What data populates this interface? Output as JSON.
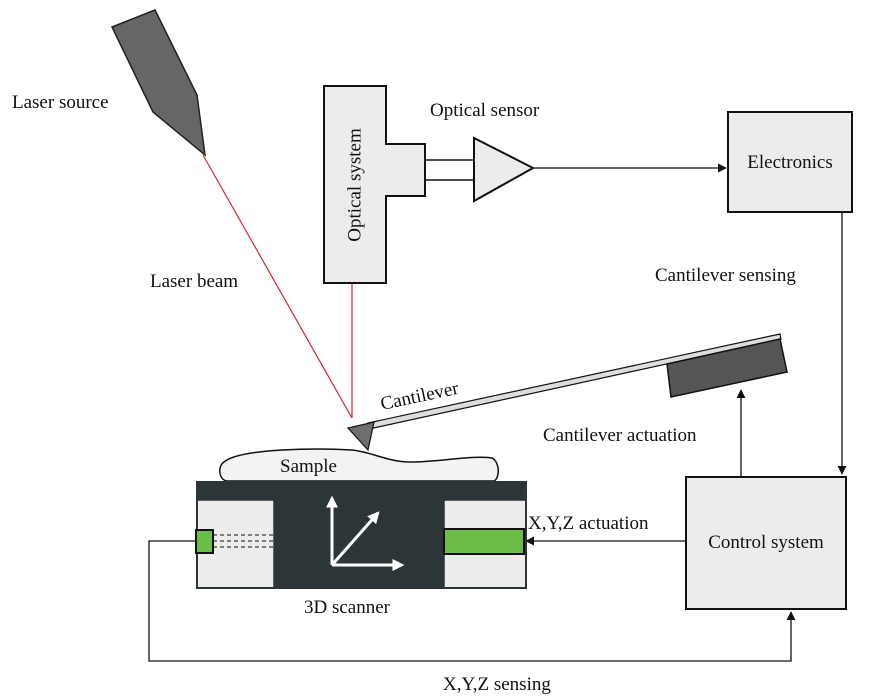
{
  "labels": {
    "laser_source": "Laser source",
    "laser_beam": "Laser beam",
    "optical_system": "Optical system",
    "optical_sensor": "Optical sensor",
    "electronics": "Electronics",
    "cantilever_sensing": "Cantilever sensing",
    "cantilever": "Cantilever",
    "cantilever_actuation": "Cantilever actuation",
    "sample": "Sample",
    "xyz_actuation": "X,Y,Z actuation",
    "control_system": "Control system",
    "scanner": "3D scanner",
    "xyz_sensing": "X,Y,Z sensing"
  },
  "colors": {
    "laser": "#d8232a",
    "box_fill": "#ececec",
    "scanner_dark": "#2c3537",
    "sensor_green": "#6cbd45",
    "laser_body": "#666666",
    "cantilever_chip": "#555555",
    "line": "#111111"
  }
}
